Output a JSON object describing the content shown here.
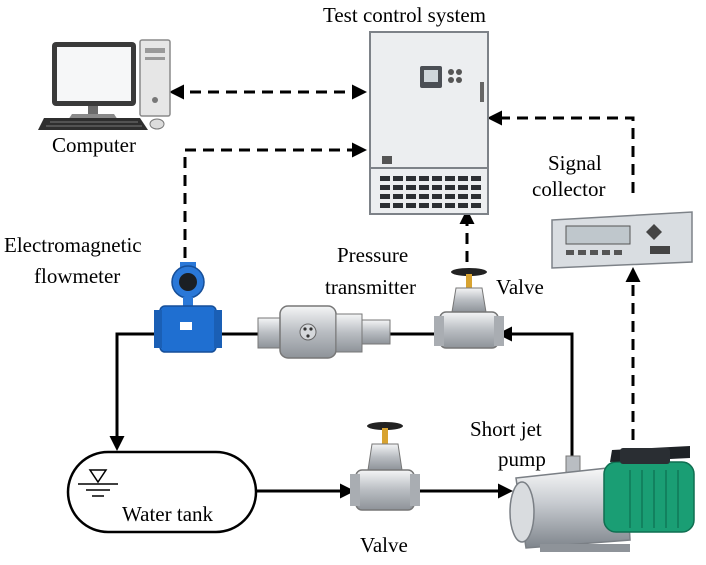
{
  "labels": {
    "test_control_system": "Test control system",
    "computer": "Computer",
    "signal_collector_line1": "Signal",
    "signal_collector_line2": "collector",
    "electromagnetic_flowmeter_line1": "Electromagnetic",
    "electromagnetic_flowmeter_line2": "flowmeter",
    "pressure_transmitter_line1": "Pressure",
    "pressure_transmitter_line2": "transmitter",
    "valve_upper": "Valve",
    "valve_lower": "Valve",
    "short_jet_pump_line1": "Short jet",
    "short_jet_pump_line2": "pump",
    "water_tank": "Water tank"
  },
  "colors": {
    "line": "#000000",
    "flowmeter_blue": "#1f6fd1",
    "pump_green": "#1a9e74",
    "steel": "#c9ccd0",
    "cabinet": "#e9eaec",
    "brass": "#d8a330"
  }
}
